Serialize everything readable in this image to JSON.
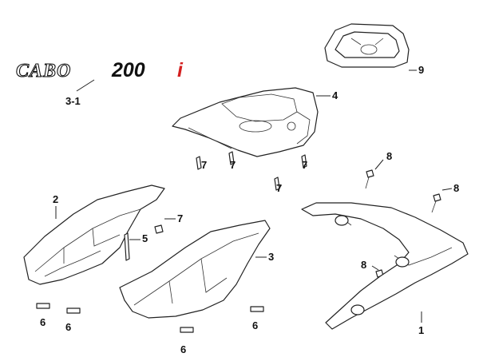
{
  "logo": {
    "part_a": "CABO",
    "part_b": "200",
    "part_c": "i",
    "accent_color": "#d42020"
  },
  "callouts": [
    {
      "id": "c-3-1",
      "label": "3-1"
    },
    {
      "id": "c-9",
      "label": "9"
    },
    {
      "id": "c-4",
      "label": "4"
    },
    {
      "id": "c-7a",
      "label": "7"
    },
    {
      "id": "c-7b",
      "label": "7"
    },
    {
      "id": "c-7c",
      "label": "7"
    },
    {
      "id": "c-7d",
      "label": "7"
    },
    {
      "id": "c-8a",
      "label": "8"
    },
    {
      "id": "c-8b",
      "label": "8"
    },
    {
      "id": "c-8c",
      "label": "8"
    },
    {
      "id": "c-2",
      "label": "2"
    },
    {
      "id": "c-7e",
      "label": "7"
    },
    {
      "id": "c-5",
      "label": "5"
    },
    {
      "id": "c-3",
      "label": "3"
    },
    {
      "id": "c-1",
      "label": "1"
    },
    {
      "id": "c-6a",
      "label": "6"
    },
    {
      "id": "c-6b",
      "label": "6"
    },
    {
      "id": "c-6c",
      "label": "6"
    },
    {
      "id": "c-6d",
      "label": "6"
    }
  ]
}
